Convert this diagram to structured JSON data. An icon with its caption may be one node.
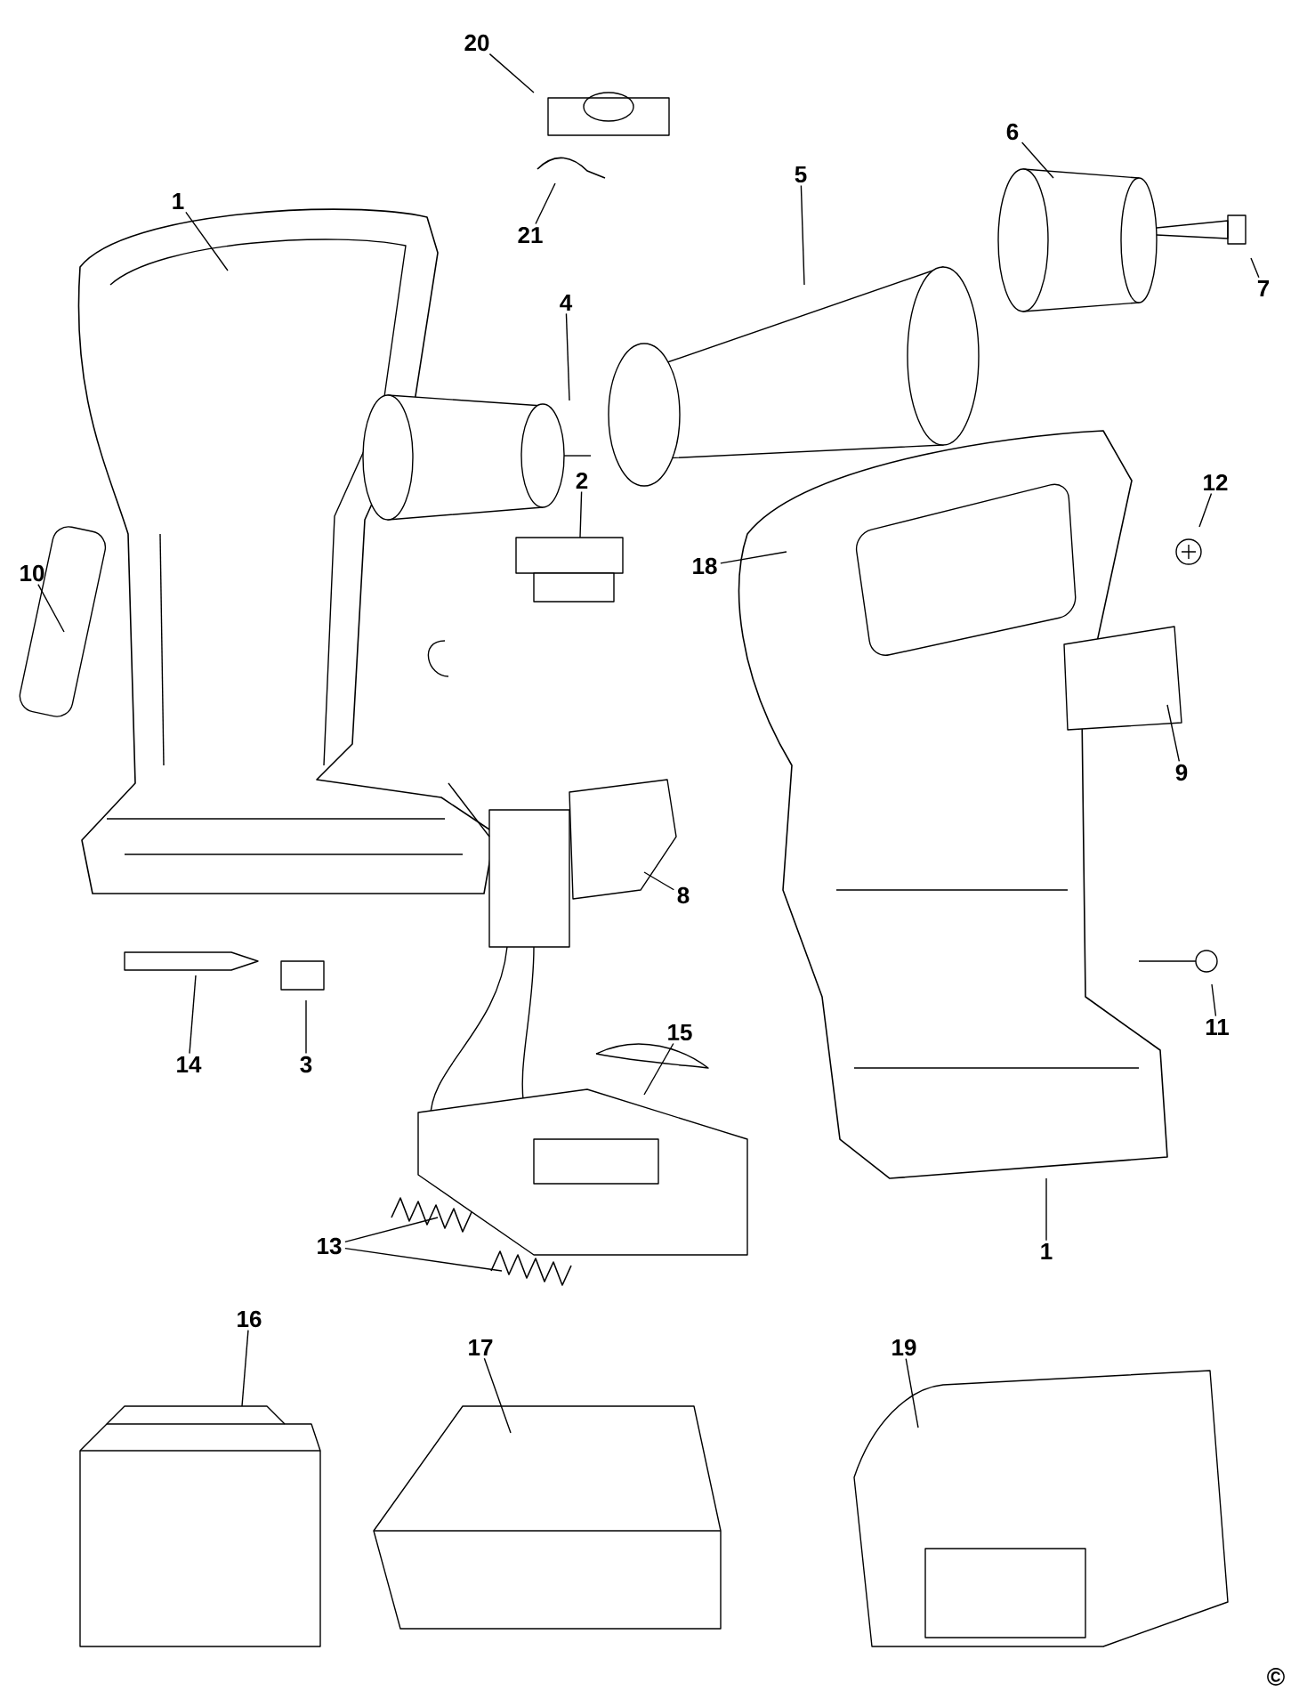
{
  "diagram": {
    "nodes": [
      {
        "text": [
          "20"
        ]
      },
      {
        "text": [
          "21"
        ]
      },
      {
        "text": [
          "1"
        ]
      },
      {
        "text": [
          "6"
        ]
      },
      {
        "text": [
          "5"
        ]
      },
      {
        "text": [
          "4"
        ]
      },
      {
        "text": [
          "7"
        ]
      },
      {
        "text": [
          "12"
        ]
      },
      {
        "text": [
          "18"
        ]
      },
      {
        "text": [
          "10"
        ]
      },
      {
        "text": [
          "2"
        ]
      },
      {
        "text": [
          "9"
        ]
      },
      {
        "text": [
          "8"
        ]
      },
      {
        "text": [
          "11"
        ]
      },
      {
        "text": [
          "14"
        ]
      },
      {
        "text": [
          "3"
        ]
      },
      {
        "text": [
          "15"
        ]
      },
      {
        "text": [
          "13"
        ]
      },
      {
        "text": [
          "1"
        ]
      },
      {
        "text": [
          "16"
        ]
      },
      {
        "text": [
          "17"
        ]
      },
      {
        "text": [
          "19"
        ]
      }
    ],
    "edges": [
      {
        "from": 0,
        "to": null,
        "arrow": "none"
      },
      {
        "from": 1,
        "to": null,
        "arrow": "none"
      },
      {
        "from": 2,
        "to": null,
        "arrow": "none"
      },
      {
        "from": 3,
        "to": null,
        "arrow": "none"
      },
      {
        "from": 4,
        "to": null,
        "arrow": "none"
      },
      {
        "from": 5,
        "to": null,
        "arrow": "none"
      },
      {
        "from": 6,
        "to": null,
        "arrow": "none"
      },
      {
        "from": 7,
        "to": null,
        "arrow": "none"
      },
      {
        "from": 8,
        "to": null,
        "arrow": "none"
      },
      {
        "from": 9,
        "to": null,
        "arrow": "none"
      },
      {
        "from": 10,
        "to": null,
        "arrow": "none"
      },
      {
        "from": 11,
        "to": null,
        "arrow": "none"
      },
      {
        "from": 12,
        "to": null,
        "arrow": "none"
      },
      {
        "from": 13,
        "to": null,
        "arrow": "none"
      },
      {
        "from": 14,
        "to": null,
        "arrow": "none"
      },
      {
        "from": 15,
        "to": null,
        "arrow": "none"
      },
      {
        "from": 16,
        "to": null,
        "arrow": "none"
      },
      {
        "from": 17,
        "to": null,
        "arrow": "none"
      },
      {
        "from": 17,
        "to": null,
        "arrow": "none"
      },
      {
        "from": 18,
        "to": null,
        "arrow": "none"
      },
      {
        "from": 19,
        "to": null,
        "arrow": "none"
      },
      {
        "from": 20,
        "to": null,
        "arrow": "none"
      },
      {
        "from": 21,
        "to": null,
        "arrow": "none"
      }
    ],
    "labels": [
      "©"
    ]
  }
}
